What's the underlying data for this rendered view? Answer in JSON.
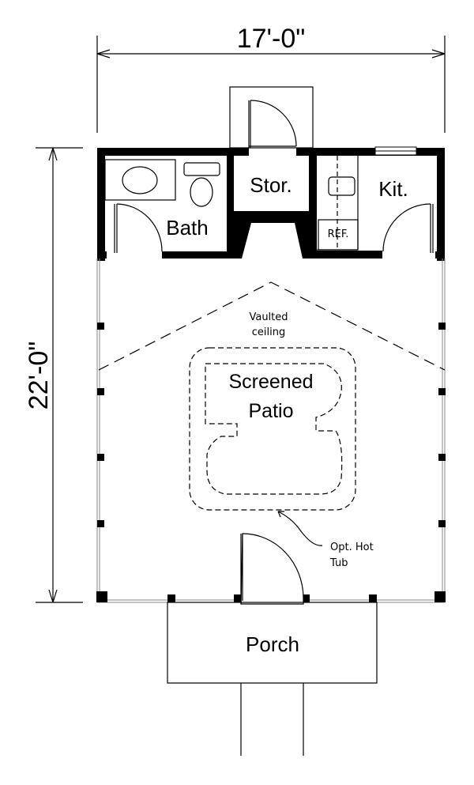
{
  "dimensions": {
    "width": "17'-0\"",
    "depth": "22'-0\""
  },
  "rooms": {
    "bath": "Bath",
    "storage": "Stor.",
    "kitchen": "Kit.",
    "refrigerator": "REF.",
    "patio_line1": "Screened",
    "patio_line2": "Patio",
    "porch": "Porch"
  },
  "notes": {
    "vaulted_line1": "Vaulted",
    "vaulted_line2": "ceiling",
    "hottub_line1": "Opt. Hot",
    "hottub_line2": "Tub"
  },
  "colors": {
    "ink": "#000000",
    "background": "#ffffff"
  }
}
